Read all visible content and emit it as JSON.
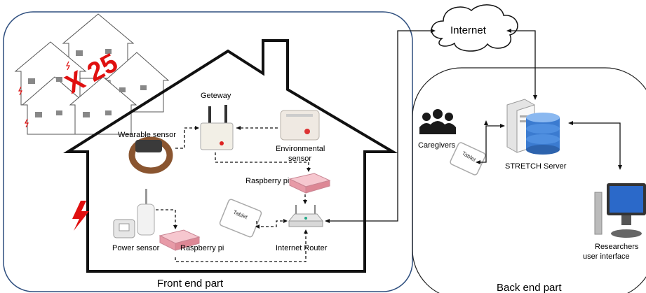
{
  "regions": {
    "front": "Front end part",
    "back": "Back end part"
  },
  "multiplier": "X 25",
  "labels": {
    "internet": "Internet",
    "gateway": "Geteway",
    "wearable": "Wearable sensor",
    "environmental": [
      "Environmental",
      "sensor"
    ],
    "raspberry_top": "Raspberry pi",
    "raspberry_bottom": "Raspberry pi",
    "power_sensor": "Power sensor",
    "tablet_home": "Tablet",
    "router": "Internet Router",
    "caregivers": "Caregivers",
    "tablet_care": "Tablet",
    "server": "STRETCH Server",
    "researchers": [
      "Researchers",
      "user interface"
    ]
  },
  "colors": {
    "front_border": "#2f4f7f",
    "multiplier": "#e01010",
    "power": "#e01010",
    "database": "#3b7bd0",
    "raspberry": "#e79aa7"
  }
}
